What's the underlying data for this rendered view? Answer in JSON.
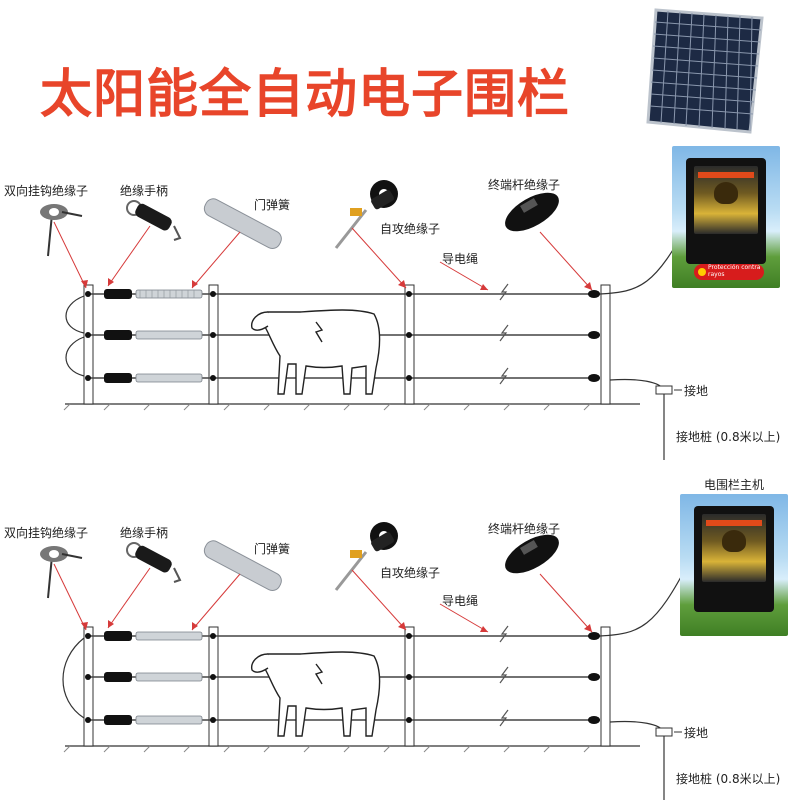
{
  "title": "太阳能全自动电子围栏",
  "top_section": {
    "labels": {
      "double_hook": "双向挂钩绝缘子",
      "handle": "绝缘手柄",
      "gate_spring": "门弹簧",
      "self_tap": "自攻绝缘子",
      "wire": "导电绳",
      "end_post": "终端杆绝缘子",
      "ground": "接地",
      "ground_rod": "接地桩 (0.8米以上)"
    }
  },
  "bottom_section": {
    "labels": {
      "double_hook": "双向挂钩绝缘子",
      "handle": "绝缘手柄",
      "gate_spring": "门弹簧",
      "self_tap": "自攻绝缘子",
      "wire": "导电绳",
      "end_post": "终端杆绝缘子",
      "ground": "接地",
      "ground_rod": "接地桩 (0.8米以上)",
      "host": "电围栏主机"
    }
  },
  "energizer_badge": "Protección contra rayos",
  "colors": {
    "title": "#e8452a",
    "label_arrow": "#d63a3a",
    "line": "#333333"
  }
}
